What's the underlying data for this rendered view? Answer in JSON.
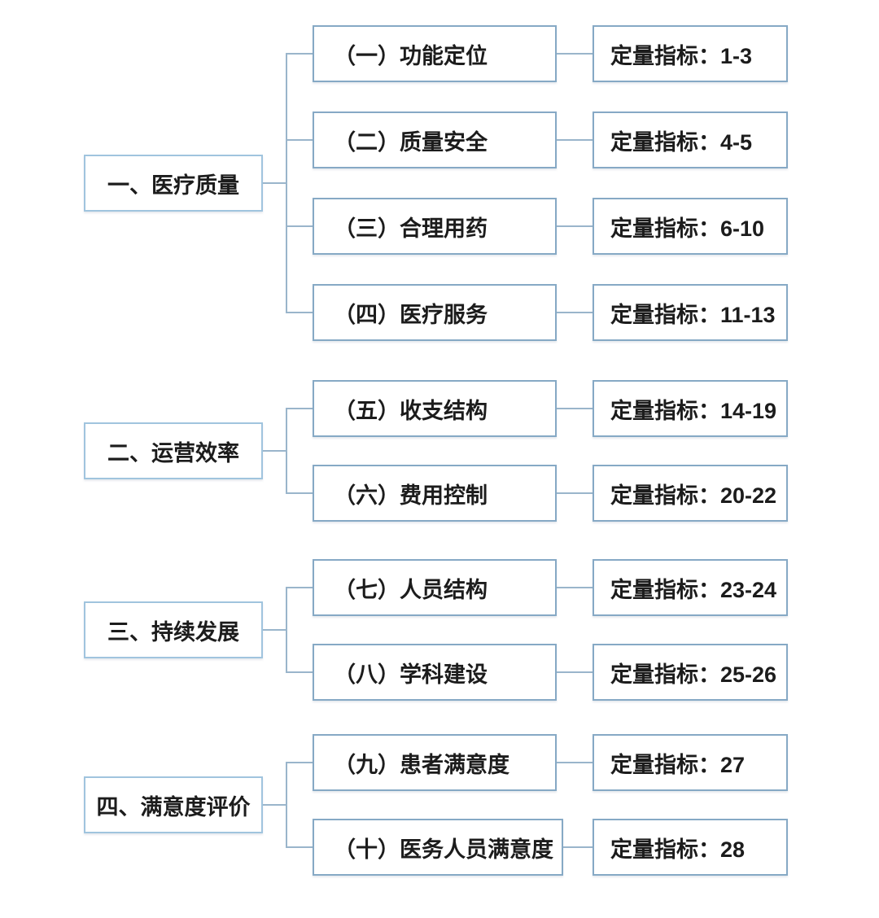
{
  "diagram": {
    "title_semantic": "hospital-performance-indicator-tree",
    "colors": {
      "border_category": "#a0c4de",
      "border_box": "#86a9c5",
      "line": "#9ab5cb",
      "text": "#1c1c1c",
      "bg": "#ffffff"
    },
    "groups": [
      {
        "category": "一、医疗质量",
        "children": [
          {
            "label": "（一）功能定位",
            "indicator": "定量指标：1-3"
          },
          {
            "label": "（二）质量安全",
            "indicator": "定量指标：4-5"
          },
          {
            "label": "（三）合理用药",
            "indicator": "定量指标：6-10"
          },
          {
            "label": "（四）医疗服务",
            "indicator": "定量指标：11-13"
          }
        ]
      },
      {
        "category": "二、运营效率",
        "children": [
          {
            "label": "（五）收支结构",
            "indicator": "定量指标：14-19"
          },
          {
            "label": "（六）费用控制",
            "indicator": "定量指标：20-22"
          }
        ]
      },
      {
        "category": "三、持续发展",
        "children": [
          {
            "label": "（七）人员结构",
            "indicator": "定量指标：23-24"
          },
          {
            "label": "（八）学科建设",
            "indicator": "定量指标：25-26"
          }
        ]
      },
      {
        "category": "四、满意度评价",
        "children": [
          {
            "label": "（九）患者满意度",
            "indicator": "定量指标：27"
          },
          {
            "label": "（十）医务人员满意度",
            "indicator": "定量指标：28"
          }
        ]
      }
    ]
  }
}
